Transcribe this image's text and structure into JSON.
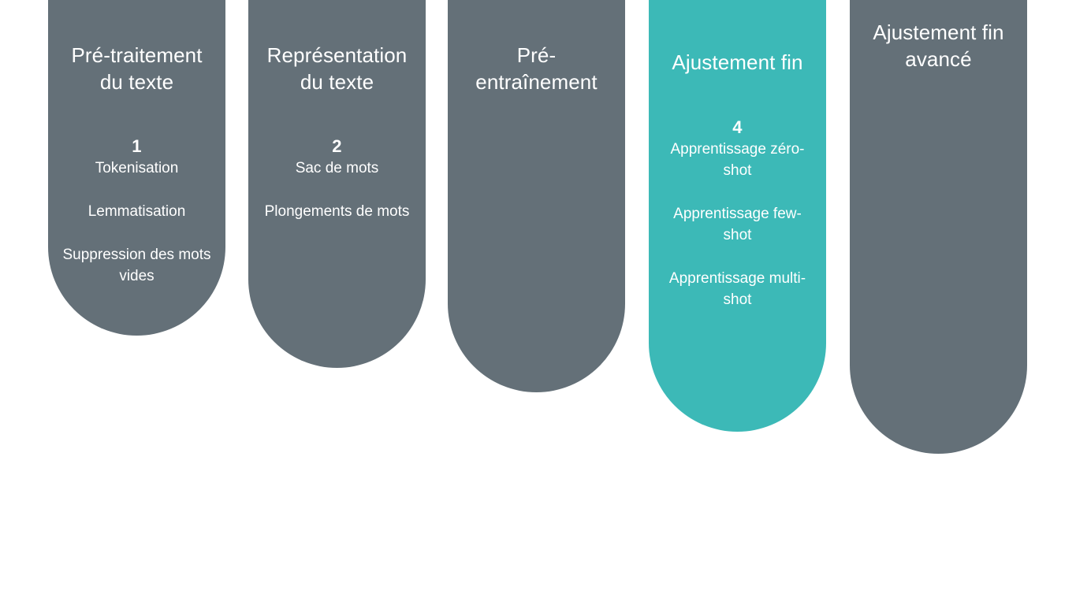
{
  "diagram": {
    "type": "process-stages",
    "background_color": "#ffffff",
    "colors": {
      "default_pillar": "#647078",
      "highlighted_pillar": "#3cb9b7",
      "text": "#ffffff"
    },
    "pillars": [
      {
        "title": "Pré-traitement du texte",
        "number": "1",
        "highlighted": false,
        "color": "#647078",
        "items": [
          "Tokenisation",
          "Lemmatisation",
          "Suppression des mots vides"
        ]
      },
      {
        "title": "Représentation du texte",
        "number": "2",
        "highlighted": false,
        "color": "#647078",
        "items": [
          "Sac de mots",
          "Plongements de mots"
        ]
      },
      {
        "title": "Pré-entraînement",
        "number": "",
        "highlighted": false,
        "color": "#647078",
        "items": []
      },
      {
        "title": "Ajustement fin",
        "number": "4",
        "highlighted": true,
        "color": "#3cb9b7",
        "items": [
          "Apprentissage zéro-shot",
          "Apprentissage few-shot",
          "Apprentissage multi-shot"
        ]
      },
      {
        "title": "Ajustement fin avancé",
        "number": "",
        "highlighted": false,
        "color": "#647078",
        "items": []
      }
    ]
  }
}
